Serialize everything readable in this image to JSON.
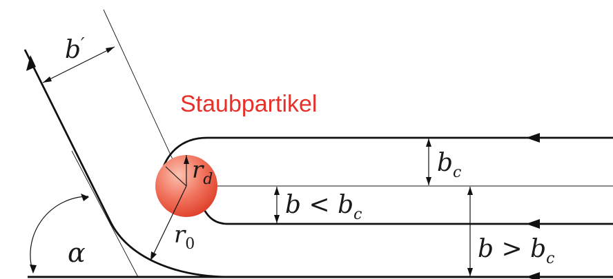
{
  "title": "Staubpartikel",
  "colors": {
    "title": "#e8302a",
    "particle_light": "#f7a58f",
    "particle_dark": "#e2452f",
    "line": "#111111"
  },
  "labels": {
    "b_prime": {
      "main": "b",
      "sup": "′"
    },
    "b_c": {
      "main": "b",
      "sub": "c"
    },
    "r_d": {
      "main": "r",
      "sub": "d"
    },
    "r_0": {
      "main": "r",
      "sub": "0"
    },
    "b_less": {
      "main": "b < b",
      "sub": "c"
    },
    "b_greater": {
      "main": "b > b",
      "sub": "c"
    },
    "alpha": "α"
  }
}
